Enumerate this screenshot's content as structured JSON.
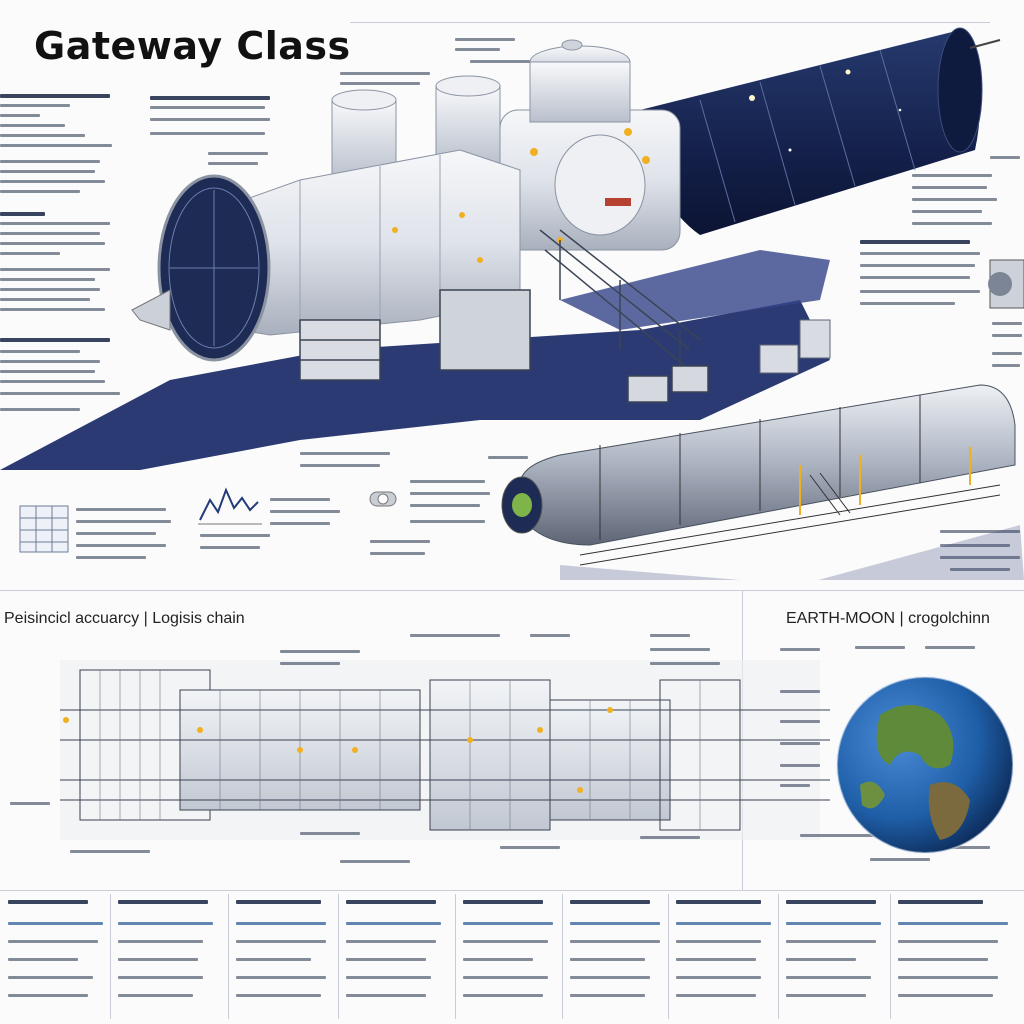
{
  "header": {
    "title": "Gateway Class"
  },
  "sections": {
    "left_caption": "Peisincicl accuarcy | Logisis chain",
    "right_caption": "EARTH-MOON | crogolchinn"
  },
  "colors": {
    "hull": "#e6e9ee",
    "panel_dark": "#1c2a55",
    "accent_light": "#f1b01f",
    "shadow": "#2b3a72",
    "globe_ocean": "#1f5fa8"
  },
  "icons": [
    "station-module-illustration",
    "rover-module-illustration",
    "blueprint-frame-illustration",
    "earth-globe-illustration",
    "line-chart-icon",
    "bar-table-icon"
  ]
}
